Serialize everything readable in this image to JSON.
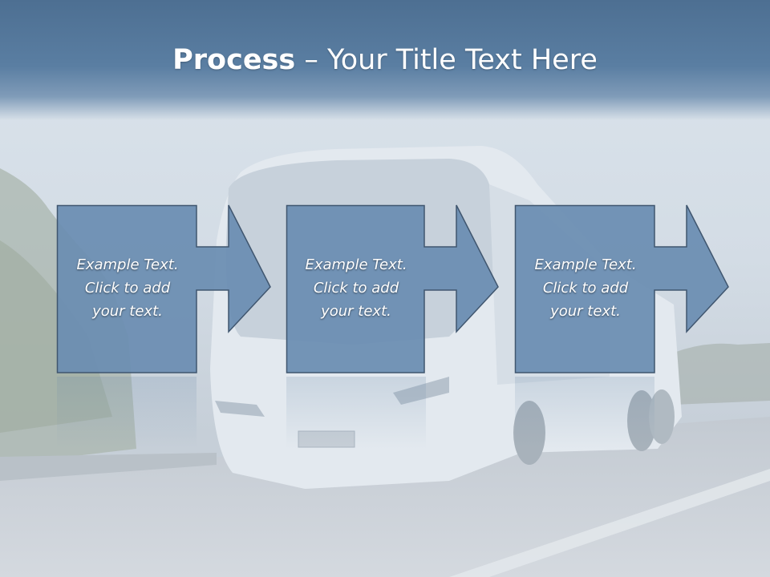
{
  "slide": {
    "title_bold": "Process",
    "title_rest": " – Your Title Text Here",
    "background_image": "bus-on-highway-photo",
    "colors": {
      "title_bar": "#5a7ea2",
      "box_fill": "#6b8db2",
      "box_border": "#40566f",
      "text": "#ffffff"
    }
  },
  "steps": [
    {
      "text": "Example Text.\nClick  to add\nyour text."
    },
    {
      "text": "Example Text.\nClick  to add\nyour text."
    },
    {
      "text": "Example Text.\nClick  to add\nyour text."
    }
  ]
}
